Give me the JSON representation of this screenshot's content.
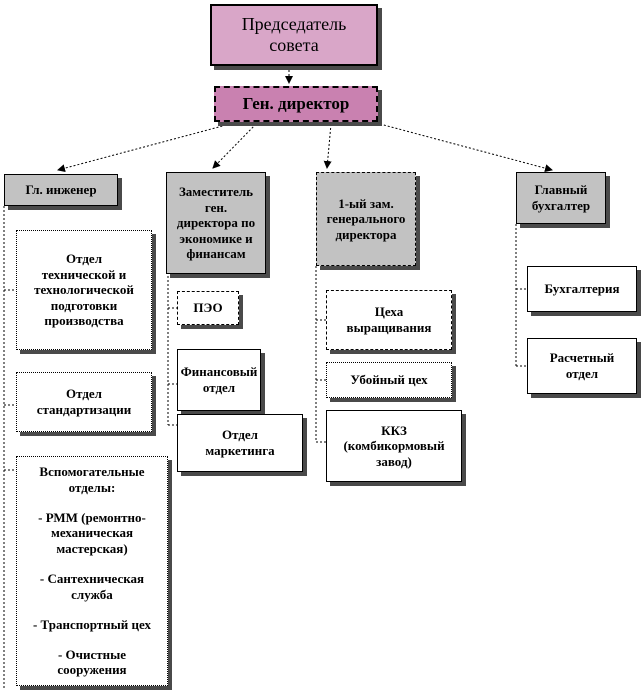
{
  "chairman": "Председатель\nсовета",
  "gen_director": "Ген. директор",
  "chief_engineer": {
    "title": "Гл. инженер",
    "depts": [
      "Отдел\nтехнической и\nтехнологической\nподготовки\nпроизводства",
      "Отдел\nстандартизации"
    ],
    "aux": [
      "Вспомогательные\nотделы:",
      "- РММ (ремонтно-\nмеханическая\nмастерская)",
      "- Сантехническая\nслужба",
      "- Транспортный цех",
      "- Очистные\nсооружения"
    ]
  },
  "deputy": {
    "title": "Заместитель\nген.\nдиректора по\nэкономике и\nфинансам",
    "depts": [
      "ПЭО",
      "Финансовый\nотдел",
      "Отдел\nмаркетинга"
    ]
  },
  "first_deputy": {
    "title": "1-ый зам.\nгенерального\nдиректора",
    "depts": [
      "Цеха\nвыращивания",
      "Убойный цех",
      "ККЗ\n(комбикормовый\nзавод)"
    ]
  },
  "chief_accountant": {
    "title": "Главный\nбухгалтер",
    "depts": [
      "Бухгалтерия",
      "Расчетный\nотдел"
    ]
  }
}
